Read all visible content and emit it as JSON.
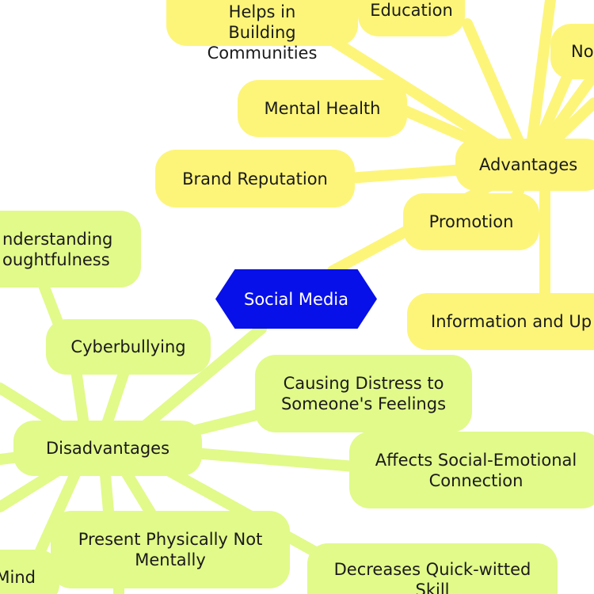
{
  "diagram": {
    "central": "Social Media",
    "advantages": {
      "label": "Advantages",
      "children": [
        "Helps in Building Communities",
        "Education",
        "No",
        "Mental Health",
        "Brand Reputation",
        "Promotion",
        "Information and Up"
      ]
    },
    "disadvantages": {
      "label": "Disadvantages",
      "children": [
        "nderstanding oughtfulness",
        "Cyberbullying",
        "Causing Distress to Someone's Feelings",
        "Affects Social-Emotional Connection",
        "Present Physically Not Mentally",
        "Mind",
        "Decreases Quick-witted Skill"
      ]
    }
  },
  "colors": {
    "central": "#0710e8",
    "advantages_branch": "#fdf57a",
    "disadvantages_branch": "#e1fa8a"
  }
}
